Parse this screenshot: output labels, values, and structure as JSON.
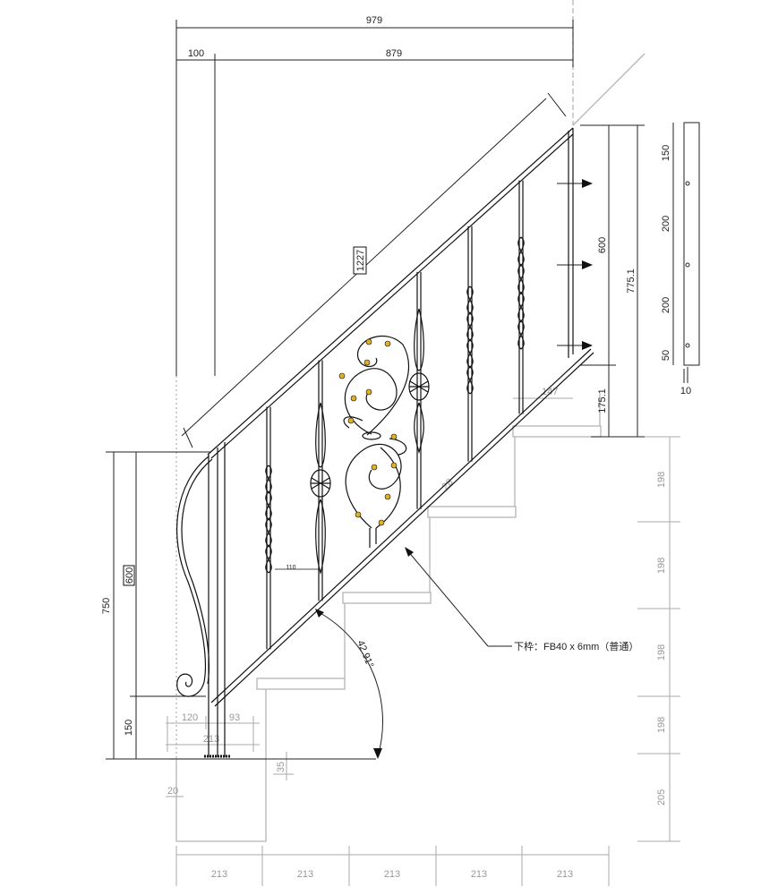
{
  "dimensions": {
    "top_total": "979",
    "top_left": "100",
    "top_right": "879",
    "rail_length": "1227",
    "left_total": "750",
    "left_upper": "600",
    "left_lower": "150",
    "right_upper": "600",
    "right_total": "775.1",
    "right_lower": "175.1",
    "tread_offset": "147",
    "rail_gap": "28",
    "baluster_spacing": "110",
    "base_left": "120",
    "base_right": "93",
    "base_total": "213",
    "floor_step": "35",
    "floor_offset": "20",
    "angle": "42.91°",
    "rises": [
      "198",
      "198",
      "198",
      "198",
      "205"
    ],
    "runs": [
      "213",
      "213",
      "213",
      "213",
      "213"
    ],
    "bar_segments": [
      "150",
      "200",
      "200",
      "50"
    ],
    "bar_width": "10"
  },
  "annotation": "下枠：FB40 x 6mm（普通）",
  "colors": {
    "line": "#111111",
    "stair": "#b5b5b5",
    "ornament_dot": "#e0b020"
  }
}
